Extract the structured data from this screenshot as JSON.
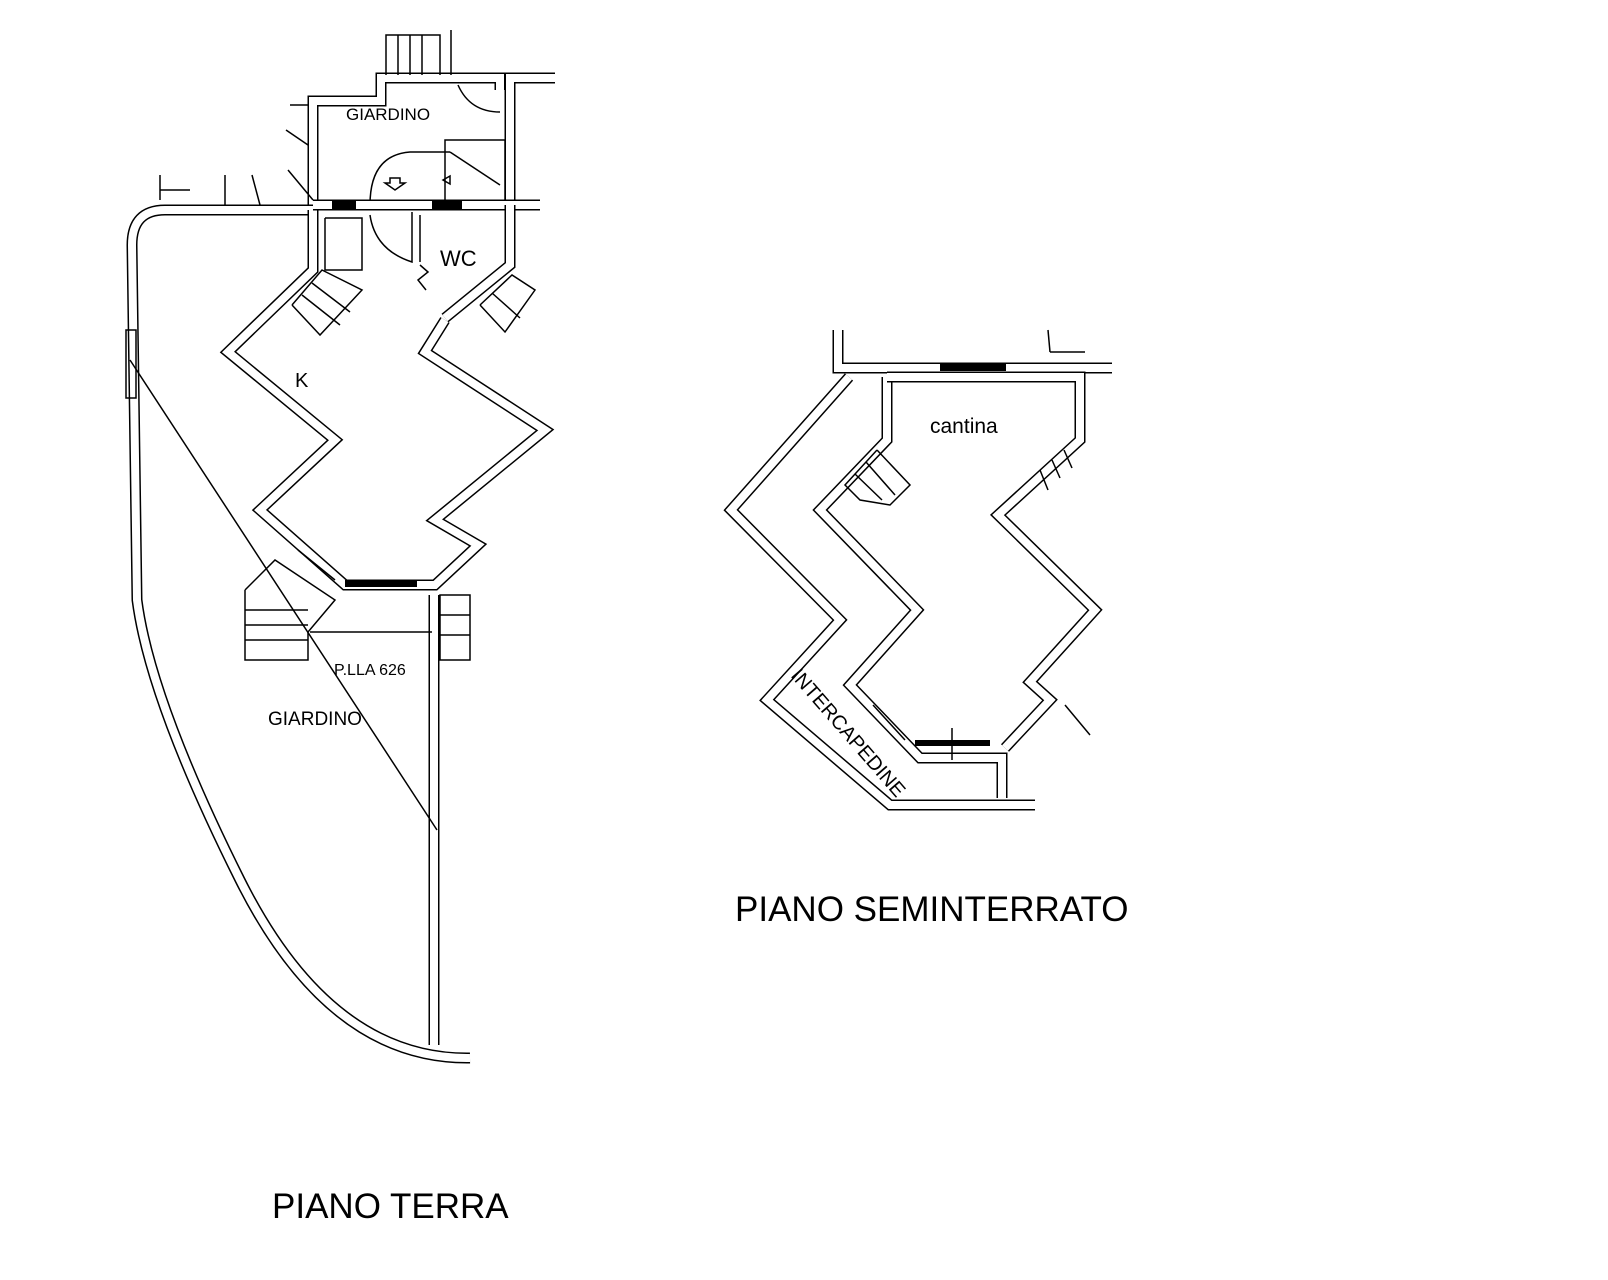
{
  "piano_terra": {
    "title": "PIANO TERRA",
    "rooms": {
      "giardino_top": "GIARDINO",
      "wc": "WC",
      "kitchen": "K",
      "parcel": "P.LLA 626",
      "giardino_bottom": "GIARDINO"
    }
  },
  "piano_seminterrato": {
    "title": "PIANO SEMINTERRATO",
    "rooms": {
      "cellar": "cantina",
      "cavity": "INTERCAPEDINE"
    }
  }
}
